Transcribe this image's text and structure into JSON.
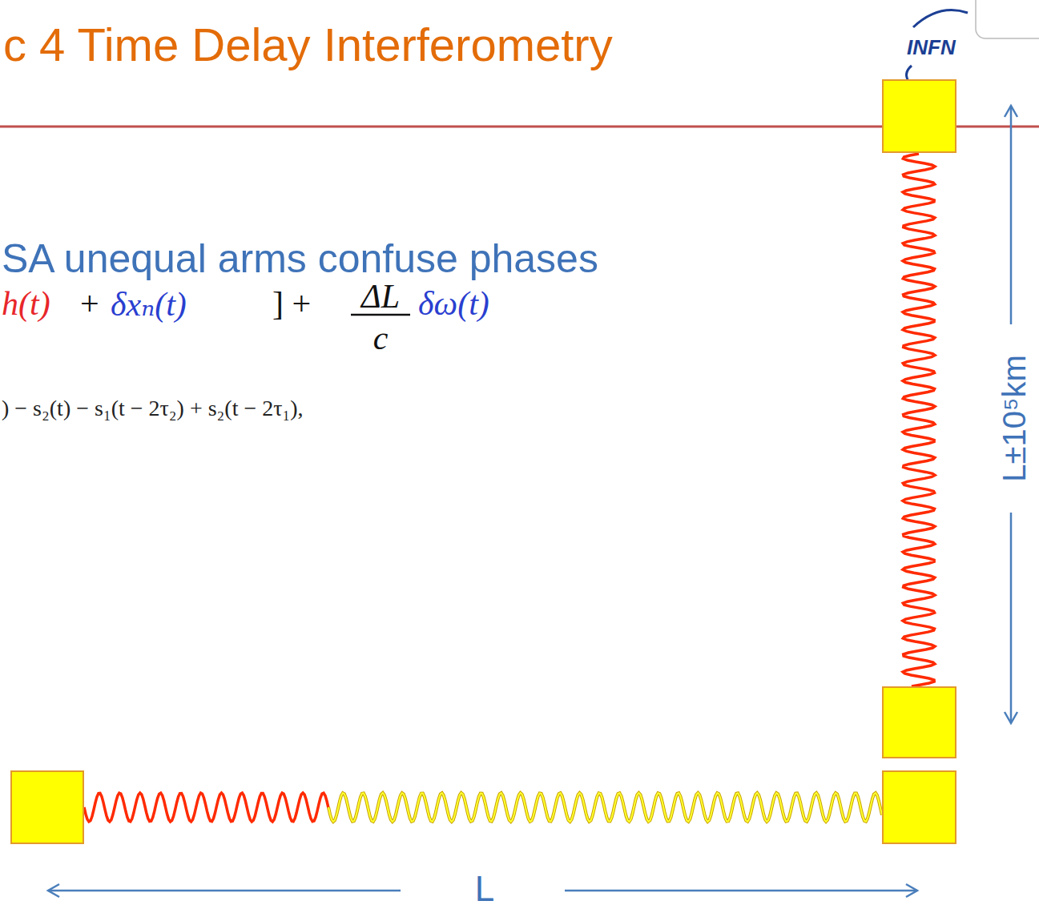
{
  "diagram": {
    "title": "c 4  Time Delay Interferometry",
    "labels": [
      "INFN",
      "SA unequal arms confuse phases",
      "h(t)",
      "+",
      "δxₙ(t)",
      "] +",
      "ΔL",
      "c",
      "δω(t)",
      ") − s₂(t) − s₁(t − 2τ₂) + s₂(t − 2τ₁),",
      "L±10⁵km",
      "L"
    ]
  }
}
